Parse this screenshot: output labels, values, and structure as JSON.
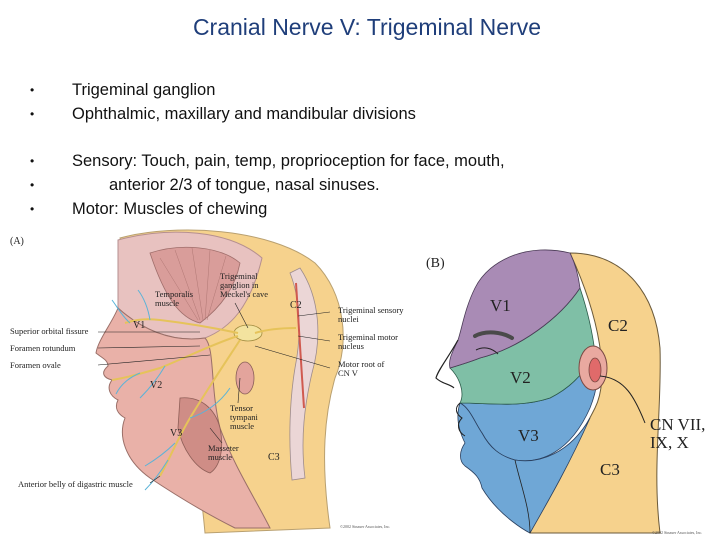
{
  "title": "Cranial Nerve V:  Trigeminal Nerve",
  "bullets": [
    {
      "text": "Trigeminal ganglion",
      "indent": false
    },
    {
      "text": "Ophthalmic, maxillary and mandibular divisions",
      "indent": false
    },
    {
      "text": "Sensory: Touch, pain, temp, proprioception for face, mouth,",
      "indent": false
    },
    {
      "text": "anterior 2/3 of tongue, nasal sinuses.",
      "indent": true
    },
    {
      "text": "Motor: Muscles of chewing",
      "indent": false
    }
  ],
  "bullet_glyph": "•",
  "figA": {
    "panel": "(A)",
    "labels": {
      "temporalis": "Temporalis muscle",
      "ganglion": "Trigeminal ganglion in Meckel's cave",
      "c2": "C2",
      "sensory": "Trigeminal sensory nuclei",
      "motor_nucleus": "Trigeminal motor nucleus",
      "motor_root": "Motor root of CN V",
      "sup_orbital": "Superior orbital fissure",
      "f_rotundum": "Foramen rotundum",
      "f_ovale": "Foramen ovale",
      "v1": "V1",
      "v2": "V2",
      "v3": "V3",
      "tensor": "Tensor tympani muscle",
      "masseter": "Masseter muscle",
      "c3": "C3",
      "digastric": "Anterior belly of digastric muscle"
    },
    "copyright": "©2002 Sinauer Associates, Inc."
  },
  "figB": {
    "panel": "(B)",
    "labels": {
      "v1": "V1",
      "v2": "V2",
      "v3": "V3",
      "c2": "C2",
      "c3": "C3",
      "cn": "CN VII, IX, X"
    },
    "copyright": "©2002 Sinauer Associates, Inc."
  },
  "colors": {
    "title": "#1f3e7a",
    "v1_zone": "#a98bb5",
    "v2_zone": "#7fbfa6",
    "v3_zone": "#6fa7d6",
    "cervical_zone": "#f6d28d",
    "skin": "#e9b1a8",
    "ear": "#e06a6a"
  }
}
